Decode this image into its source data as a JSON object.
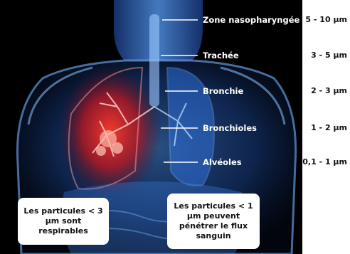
{
  "levels": [
    {
      "label": "Zone nasopharyngée",
      "size": "5 - 10 µm"
    },
    {
      "label": "Trachée",
      "size": "3 - 5 µm"
    },
    {
      "label": "Bronchie",
      "size": "2 - 3 µm"
    },
    {
      "label": "Bronchioles",
      "size": "1 - 2 µm"
    },
    {
      "label": "Alvéoles",
      "size": "0,1 - 1 µm"
    }
  ],
  "notes": {
    "respirable": "Les particules < 3 µm sont respirables",
    "blood": "Les particules < 1 µm peuvent pénétrer le flux sanguin"
  },
  "colors": {
    "body_glow": "#2f78e0",
    "lung_highlight": "#d21a1a",
    "line": "#ffffff"
  }
}
